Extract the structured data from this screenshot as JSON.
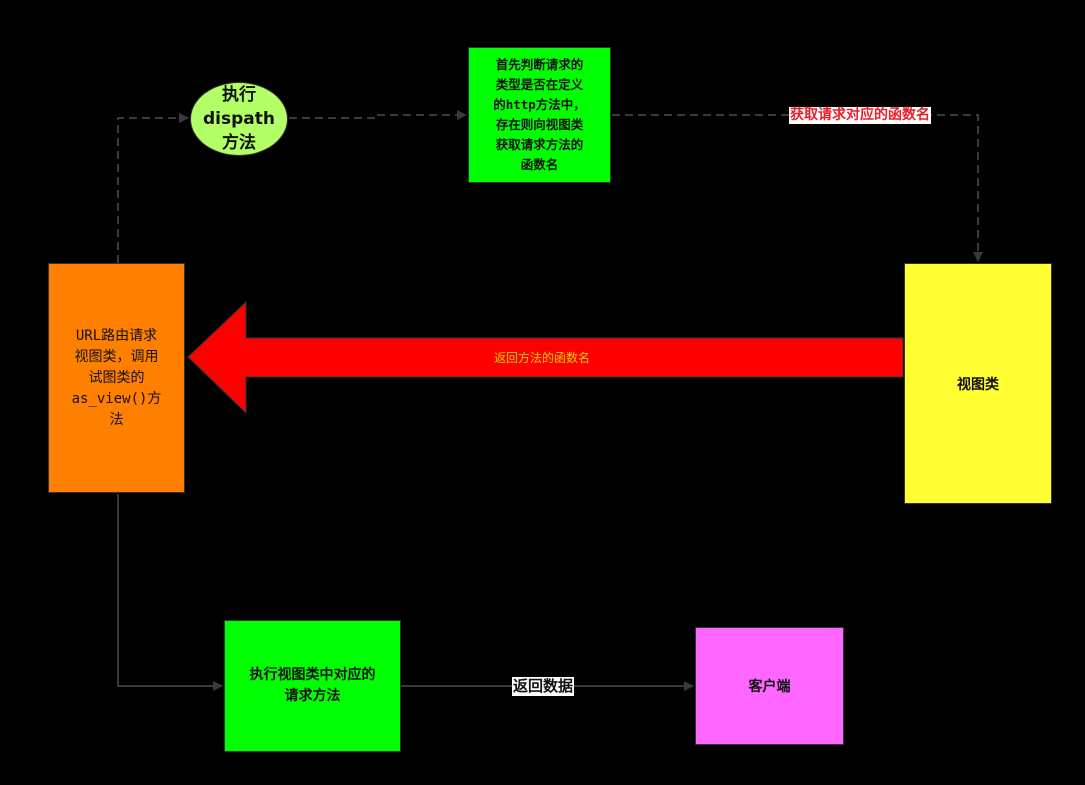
{
  "nodes": {
    "url_router": {
      "text": "URL路由请求\n视图类，调用\n试图类的\nas_view()方\n法",
      "color": "#ff8000"
    },
    "dispatch": {
      "text": "执行\ndispath\n方法",
      "color": "#b3ff66"
    },
    "check_method": {
      "text": "首先判断请求的\n类型是否在定义\n的http方法中，\n存在则向视图类\n获取请求方法的\n函数名",
      "color": "#00ff00"
    },
    "view_class": {
      "text": "视图类",
      "color": "#ffff33"
    },
    "exec_method": {
      "text": "执行视图类中对应的\n请求方法",
      "color": "#00ff00"
    },
    "client": {
      "text": "客户端",
      "color": "#ff66ff"
    }
  },
  "edges": {
    "get_func_name": "获取请求对应的函数名",
    "return_func_name": "返回方法的函数名",
    "return_data": "返回数据"
  },
  "colors": {
    "background": "#000000",
    "connector": "#333333",
    "big_arrow": "#ff0000",
    "label_red": "#e8202a"
  }
}
